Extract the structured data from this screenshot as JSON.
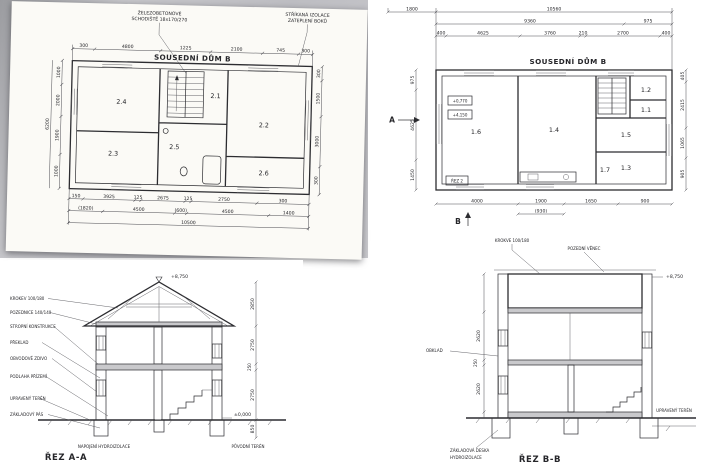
{
  "plan_a": {
    "note_stair_1": "ŽELEZOBETONOVÉ",
    "note_stair_2": "SCHODIŠTĚ 18x170/270",
    "note_insul_1": "STŘÍKANÁ IZOLACE",
    "note_insul_2": "ZATEPLENÍ BOKŮ",
    "title": "SOUSEDNÍ DŮM B",
    "dims_top": [
      "300",
      "4800",
      "1225",
      "2100",
      "745",
      "300"
    ],
    "dims_left": [
      "1000",
      "2000",
      "1900",
      "1000"
    ],
    "total_left": "6200",
    "dims_right": [
      "300",
      "1500",
      "3000",
      "300"
    ],
    "rooms": [
      "2.4",
      "2.1",
      "2.2",
      "2.3",
      "2.5",
      "2.6"
    ],
    "dims_bottom_1": [
      "150",
      "3925",
      "125",
      "2675",
      "125",
      "2750",
      "300"
    ],
    "dims_bottom_2": [
      "(1820)",
      "4500",
      "(600)",
      "4500",
      "1400"
    ],
    "total_bottom": "10500"
  },
  "plan_b": {
    "title": "SOUSEDNÍ DŮM B",
    "dims_top_1": [
      "1800",
      "10560"
    ],
    "dims_top_2": [
      "9360",
      "975"
    ],
    "dims_top_3": [
      "400",
      "4625",
      "3760",
      "210",
      "2700",
      "400"
    ],
    "dims_left": [
      "975",
      "4625",
      "1450"
    ],
    "dims_right": [
      "405",
      "2415",
      "1065",
      "905"
    ],
    "rooms": [
      "1.6",
      "1.4",
      "1.2",
      "1.1",
      "1.5",
      "1.3",
      "1.7"
    ],
    "elev_boxes": [
      "+0,770",
      "+4,150"
    ],
    "rez_box": "ŘEZ 2",
    "marker_a": "A",
    "marker_b": "B",
    "dims_bottom_1": [
      "4000",
      "1900",
      "1650",
      "900"
    ],
    "dims_bottom_2": [
      "(930)"
    ]
  },
  "section_a": {
    "title": "ŘEZ A-A",
    "labels_left": [
      "KROKEV 100/180",
      "POZEDNICE 140/140",
      "STROPNÍ KONSTRUKCE",
      "PŘEKLAD",
      "OBVODOVÉ ZDIVO",
      "PODLAHA PŘÍZEMÍ",
      "UPRAVENÝ TERÉN",
      "ZÁKLADOVÝ PÁS"
    ],
    "dims_right": [
      "2850",
      "2750",
      "250",
      "2750",
      "850"
    ],
    "elev_ridge": "+8,750",
    "elev_floor": "±0,000",
    "label_bottom": "NAPOJENÍ HYDROIZOLACE",
    "label_terrain": "PŮVODNÍ TERÉN"
  },
  "section_b": {
    "title": "ŘEZ B-B",
    "labels_top": [
      "KROKVE 100/180",
      "POZEDNÍ VĚNEC"
    ],
    "elev_top": "+8,750",
    "label_left": "OBKLAD",
    "dims_inner": [
      "2620",
      "250",
      "2620"
    ],
    "labels_bottom": [
      "ZÁKLADOVÁ DESKA",
      "HYDROIZOLACE"
    ],
    "label_terrain": "UPRAVENÝ TERÉN"
  }
}
